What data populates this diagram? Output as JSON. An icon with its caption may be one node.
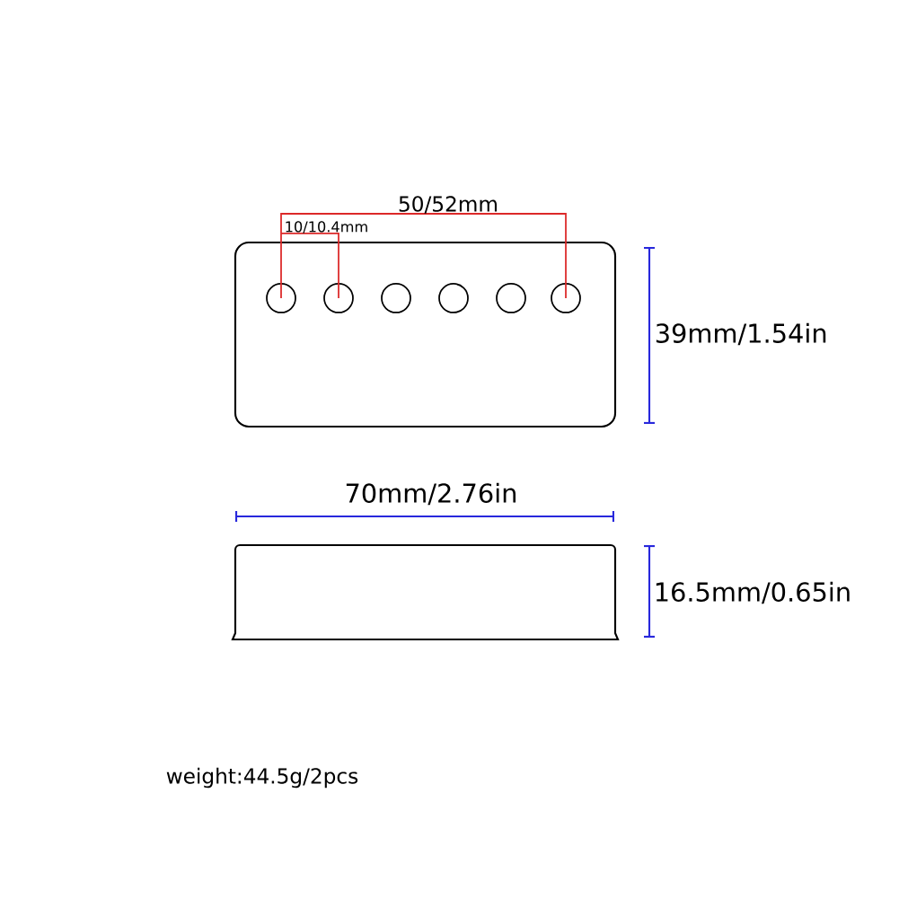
{
  "diagram": {
    "labels": [
      "50/52mm",
      "10/10.4mm",
      "39mm/1.54in",
      "70mm/2.76in",
      "16.5mm/0.65in",
      "weight:44.5g/2pcs"
    ]
  }
}
